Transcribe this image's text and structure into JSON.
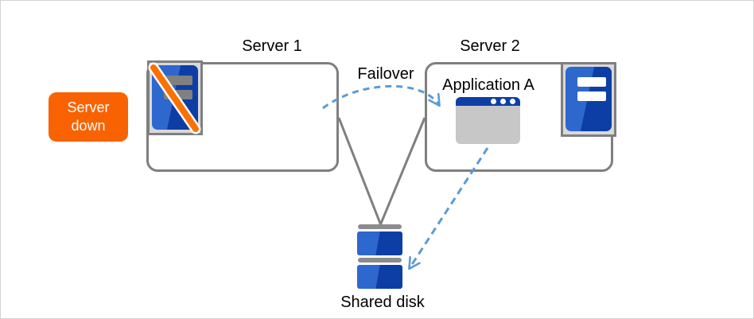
{
  "diagram": {
    "badge": {
      "text": "Server down",
      "color": "#f96200"
    },
    "server1": {
      "title": "Server 1",
      "status": "down"
    },
    "server2": {
      "title": "Server 2"
    },
    "app": {
      "title": "Application A"
    },
    "failover_label": "Failover",
    "disk_label": "Shared disk",
    "icons": {
      "server1": "server-down-icon",
      "server2": "server-up-icon",
      "app": "app-window-icon",
      "disk": "shared-disk-icon"
    },
    "colors": {
      "orange_badge": "#f96200",
      "orange_slash": "#fb7100",
      "blue_light": "#2e67cd",
      "blue_dark": "#0d3ea6",
      "window_titlebar": "#0d3fa6",
      "border_gray": "#7f7f7f",
      "icon_shell_gray": "#d9d9d9",
      "disk_cap_gray": "#8c8c8c",
      "dashed_arrow_blue": "#5b9bd5"
    }
  }
}
